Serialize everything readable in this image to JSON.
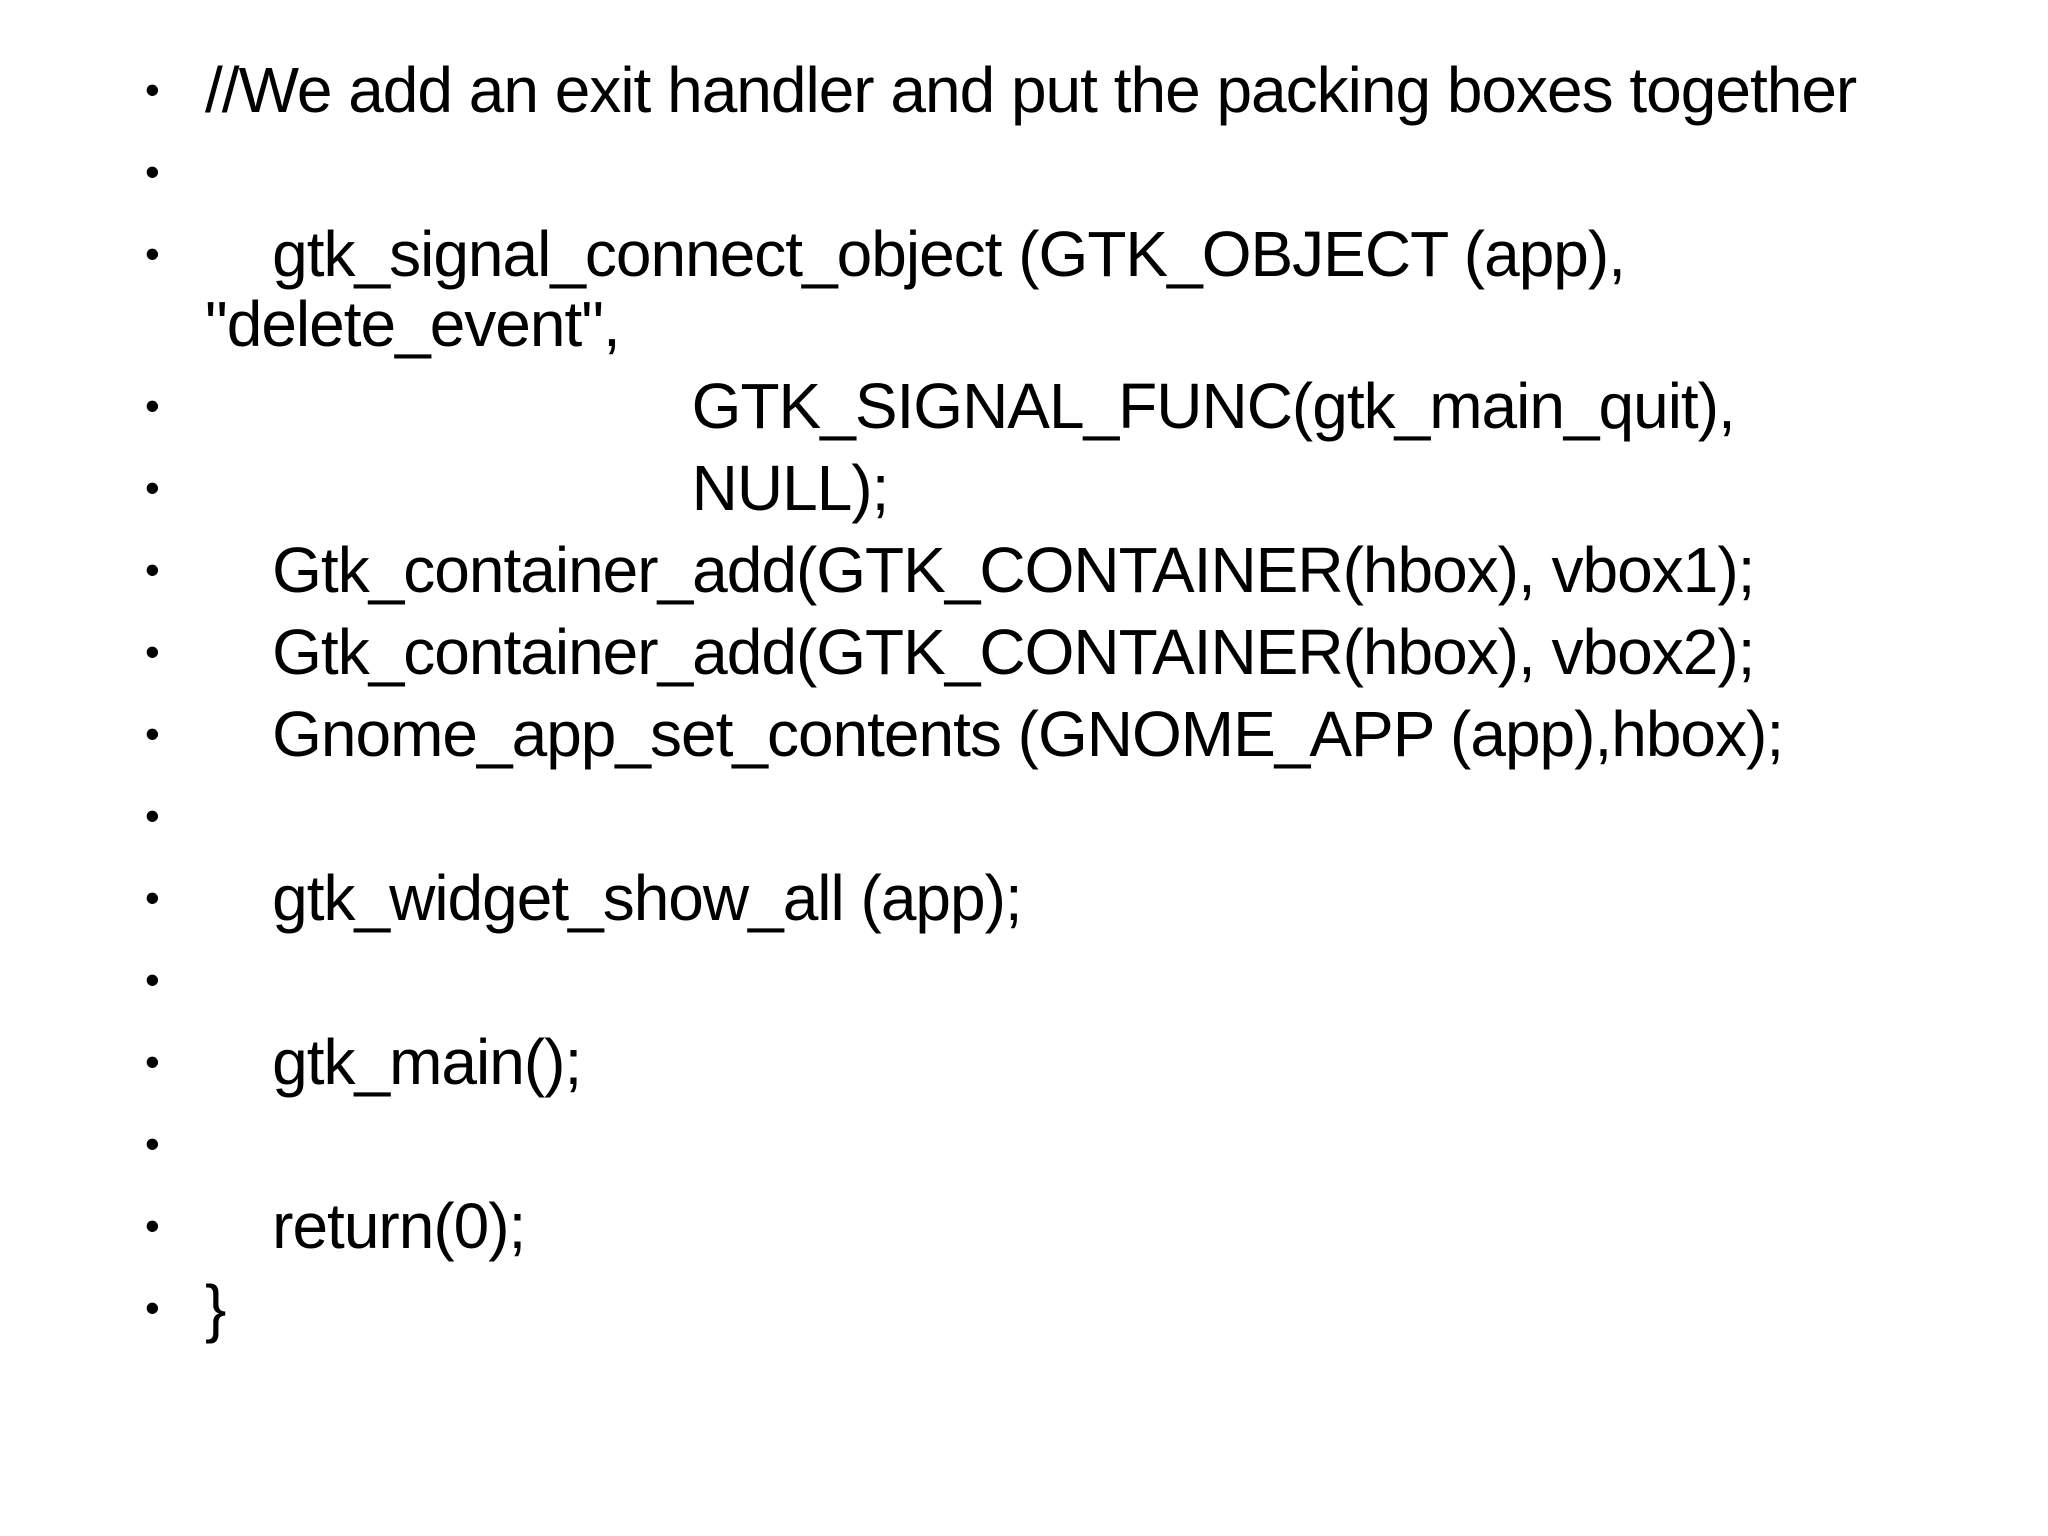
{
  "slide": {
    "background_color": "#ffffff",
    "text_color": "#000000",
    "bullet_char": "•",
    "lines": [
      {
        "text": "//We add an exit handler and put the packing boxes together"
      },
      {
        "text": ""
      },
      {
        "text": "    gtk_signal_connect_object (GTK_OBJECT (app), \n\"delete_event\","
      },
      {
        "text": "                             GTK_SIGNAL_FUNC(gtk_main_quit),"
      },
      {
        "text": "                             NULL);"
      },
      {
        "text": "    Gtk_container_add(GTK_CONTAINER(hbox), vbox1);"
      },
      {
        "text": "    Gtk_container_add(GTK_CONTAINER(hbox), vbox2);"
      },
      {
        "text": "    Gnome_app_set_contents (GNOME_APP (app),hbox);"
      },
      {
        "text": ""
      },
      {
        "text": "    gtk_widget_show_all (app);"
      },
      {
        "text": ""
      },
      {
        "text": "    gtk_main();"
      },
      {
        "text": ""
      },
      {
        "text": "    return(0);"
      },
      {
        "text": "}"
      }
    ]
  }
}
